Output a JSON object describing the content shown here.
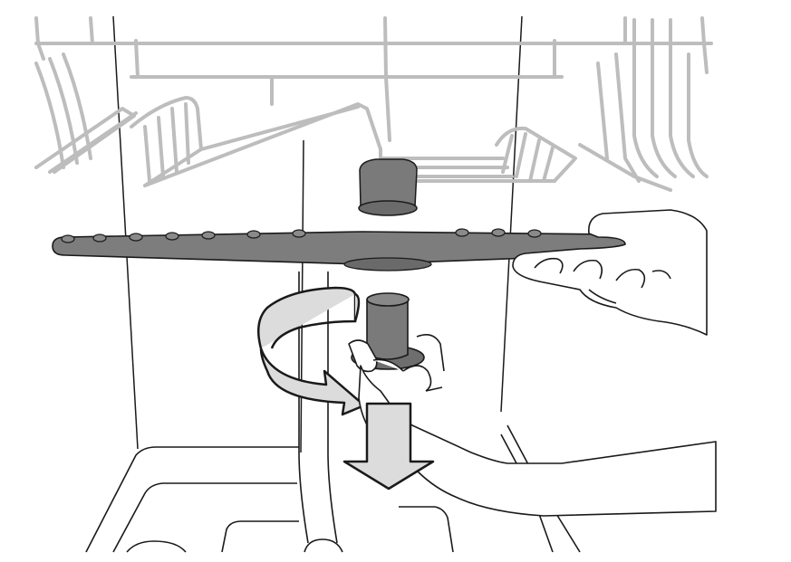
{
  "figure": {
    "kind": "instructional-illustration",
    "subject": "removing-lower-spray-arm",
    "steps": [
      {
        "action": "rotate-counterclockwise",
        "icon": "rotate-arrow-icon"
      },
      {
        "action": "pull-down",
        "icon": "down-arrow-icon"
      }
    ]
  },
  "colors": {
    "background": "#ffffff",
    "rack": "#bdbdbd",
    "sprayArm": "#7d7d7d",
    "nut": "#7a7a7a",
    "arrowFill": "#dcdcdc",
    "outline": "#1a1a1a"
  }
}
